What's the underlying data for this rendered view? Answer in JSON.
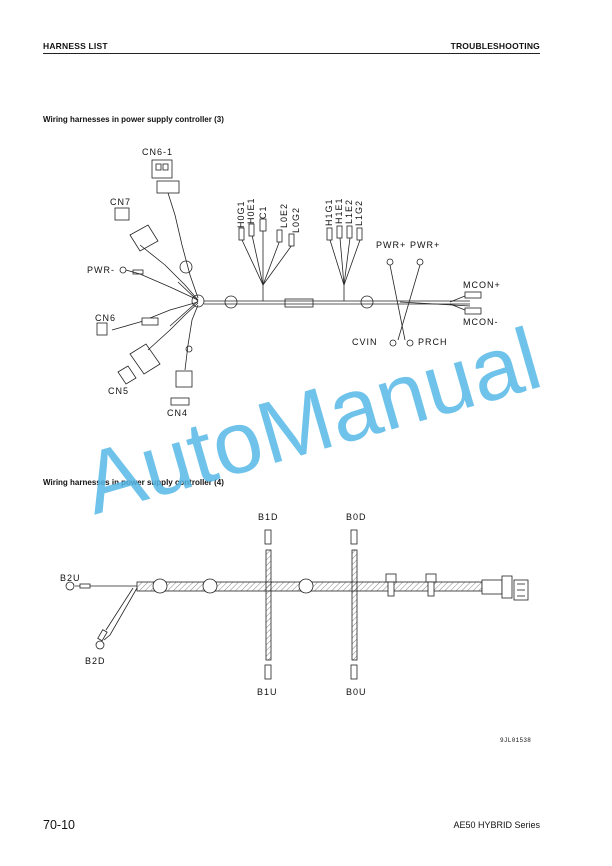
{
  "header": {
    "left": "HARNESS LIST",
    "right": "TROUBLESHOOTING"
  },
  "sections": [
    {
      "title": "Wiring harnesses in power supply controller (3)",
      "labels": {
        "cn6_1": "CN6-1",
        "cn7": "CN7",
        "pwr_minus": "PWR-",
        "cn6": "CN6",
        "cn5": "CN5",
        "cn4": "CN4",
        "h0g1": "H0G1",
        "h0e1": "H0E1",
        "c1": "C1",
        "l0e2": "L0E2",
        "l0g2": "L0G2",
        "h1g1": "H1G1",
        "h1e1": "H1E1",
        "l1e2": "L1E2",
        "l1g2": "L1G2",
        "pwr_plus_1": "PWR+",
        "pwr_plus_2": "PWR+",
        "mcon_plus": "MCON+",
        "mcon_minus": "MCON-",
        "cvin": "CVIN",
        "prch": "PRCH"
      }
    },
    {
      "title": "Wiring harnesses in power supply controller (4)",
      "labels": {
        "b1d": "B1D",
        "b0d": "B0D",
        "b2u": "B2U",
        "b2d": "B2D",
        "b1u": "B1U",
        "b0u": "B0U"
      }
    }
  ],
  "figure_id": "9JL01538",
  "watermark": "AutoManual",
  "footer": {
    "page": "70-10",
    "series": "AE50 HYBRID Series"
  },
  "colors": {
    "watermark": "#56b8e6",
    "ink": "#111111"
  }
}
